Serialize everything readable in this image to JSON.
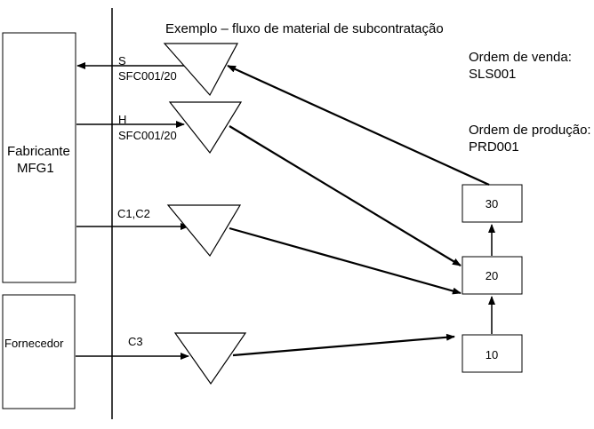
{
  "title": "Exemplo – fluxo de material de subcontratação",
  "sales_order": {
    "label": "Ordem de venda:",
    "value": "SLS001"
  },
  "production_order": {
    "label": "Ordem de produção:",
    "value": "PRD001"
  },
  "manufacturer": {
    "line1": "Fabricante",
    "line2": "MFG1"
  },
  "supplier": {
    "label": "Fornecedor"
  },
  "flows": {
    "s": {
      "item": "S",
      "order": "SFC001/20"
    },
    "h": {
      "item": "H",
      "order": "SFC001/20"
    },
    "c12": {
      "item": "C1,C2"
    },
    "c3": {
      "item": "C3"
    }
  },
  "operations": {
    "op30": "30",
    "op20": "20",
    "op10": "10"
  }
}
